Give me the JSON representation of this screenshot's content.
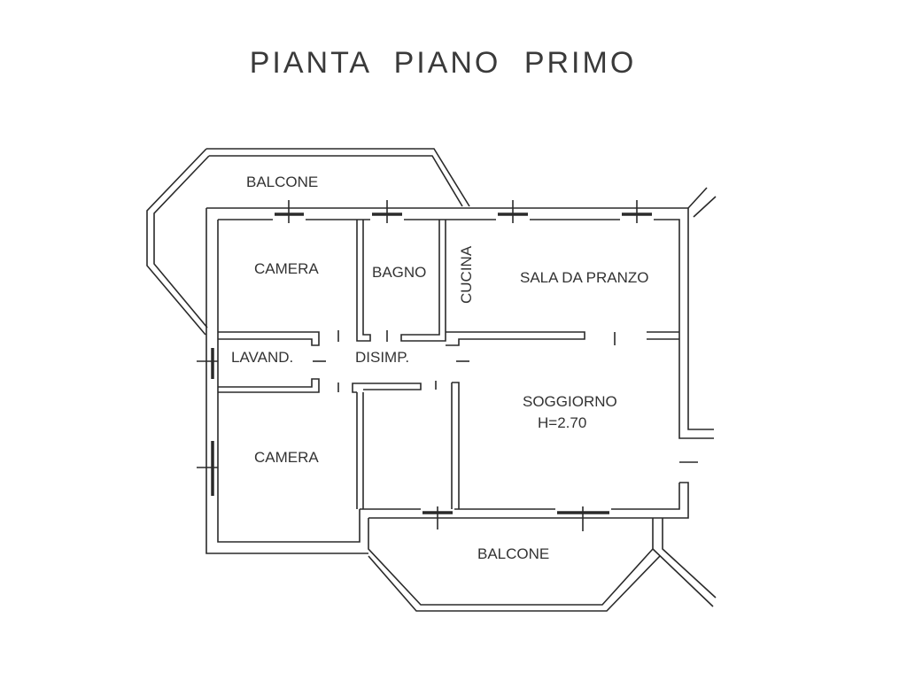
{
  "title": "PIANTA PIANO PRIMO",
  "rooms": [
    {
      "id": "balcone-north",
      "label": "BALCONE"
    },
    {
      "id": "camera-1",
      "label": "CAMERA"
    },
    {
      "id": "bagno",
      "label": "BAGNO"
    },
    {
      "id": "cucina",
      "label": "CUCINA"
    },
    {
      "id": "sala-da-pranzo",
      "label": "SALA DA PRANZO"
    },
    {
      "id": "lavanderia",
      "label": "LAVAND."
    },
    {
      "id": "disimpegno",
      "label": "DISIMP."
    },
    {
      "id": "soggiorno",
      "label": "SOGGIORNO"
    },
    {
      "id": "soggiorno-height",
      "label": "H=2.70"
    },
    {
      "id": "camera-2",
      "label": "CAMERA"
    },
    {
      "id": "balcone-south",
      "label": "BALCONE"
    }
  ],
  "colors": {
    "line": "#2a2a2a",
    "text": "#333333",
    "background": "#ffffff"
  }
}
